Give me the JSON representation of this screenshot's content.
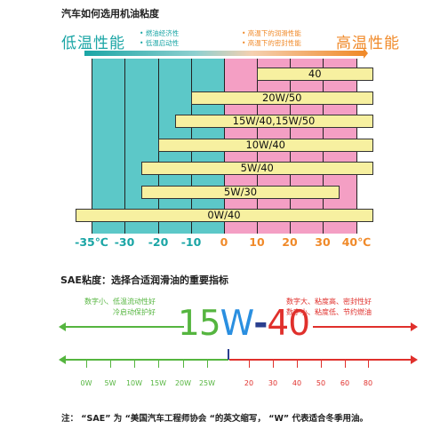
{
  "title": "汽车如何选用机油粘度",
  "cold_label": "低温性能",
  "hot_label": "高温性能",
  "cold_notes": [
    "• 燃油经济性",
    "• 低温启动性"
  ],
  "hot_notes": [
    "• 高温下的润滑性能",
    "• 高温下的密封性能"
  ],
  "colors": {
    "cold": "#1aa5a5",
    "cold_fill": "#5cc8c8",
    "hot": "#f08a2a",
    "hot_fill": "#f49fc4",
    "bar": "#f7f0a0",
    "green": "#55b53f",
    "blue": "#2a8fe0",
    "red": "#e0302c"
  },
  "chart_data": {
    "type": "bar",
    "x_unit": "°C",
    "x_ticks": [
      "-35℃",
      "-30",
      "-20",
      "-10",
      "0",
      "10",
      "20",
      "30",
      "40℃"
    ],
    "x_tick_values": [
      -35,
      -30,
      -20,
      -10,
      0,
      10,
      20,
      30,
      40
    ],
    "x_range": [
      -40,
      45
    ],
    "bars": [
      {
        "label": "40",
        "from": 10,
        "to": 45
      },
      {
        "label": "20W/50",
        "from": -10,
        "to": 45
      },
      {
        "label": "15W/40,15W/50",
        "from": -15,
        "to": 45
      },
      {
        "label": "10W/40",
        "from": -20,
        "to": 45
      },
      {
        "label": "5W/40",
        "from": -25,
        "to": 45
      },
      {
        "label": "5W/30",
        "from": -25,
        "to": 35
      },
      {
        "label": "0W/40",
        "from": -40,
        "to": 45
      }
    ]
  },
  "sae": {
    "title": "SAE粘度：选择合适润滑油的重要指标",
    "left_note": [
      "数字小、低温流动性好",
      "冷启动保护好"
    ],
    "right_note": [
      "数字大、粘度高、密封性好",
      "数字小、粘度低、节约燃油"
    ],
    "big_w_num": "15",
    "big_w": "W",
    "big_dash": "-",
    "big_hot": "40",
    "w_scale": [
      "0W",
      "5W",
      "10W",
      "15W",
      "20W",
      "25W"
    ],
    "hot_scale": [
      "20",
      "30",
      "40",
      "50",
      "60",
      "80"
    ]
  },
  "footnote": "注：  “SAE” 为 “美国汽车工程师协会 “的英文缩写，  “W” 代表适合冬季用油。"
}
